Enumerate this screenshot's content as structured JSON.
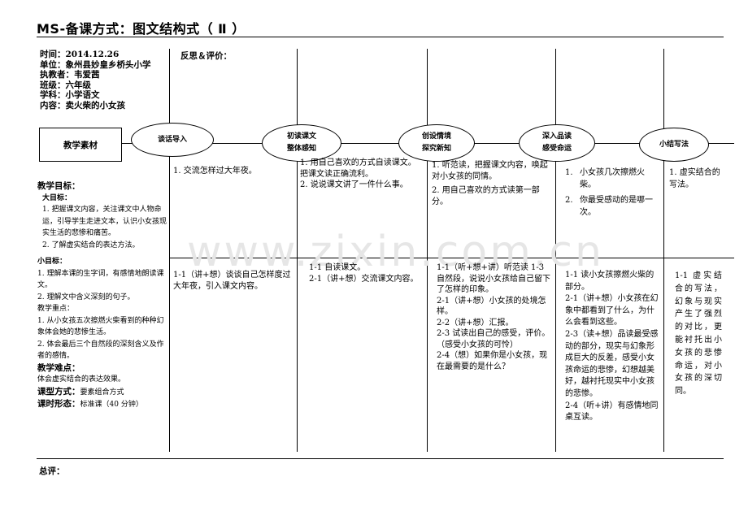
{
  "title": "MS-备课方式：图文结构式（ Ⅱ ）",
  "info": {
    "time": "时间：2014.12.26",
    "unit": "单位：象州县妙皇乡桥头小学",
    "teacher": "执教者：韦爱茜",
    "grade": "班级：六年级",
    "subject": "学科：小学语文",
    "content": "内容：卖火柴的小女孩"
  },
  "reflect_label": "反思＆评价：",
  "material_label": "教学素材",
  "stages": [
    {
      "line1": "谈话导入",
      "line2": ""
    },
    {
      "line1": "初读课文",
      "line2": "整体感知"
    },
    {
      "line1": "创设情境",
      "line2": "探究新知"
    },
    {
      "line1": "深入品读",
      "line2": "感受命运"
    },
    {
      "line1": "小结写法",
      "line2": ""
    }
  ],
  "left": {
    "goals_title": "教学目标：",
    "big_goal": "大目标：",
    "big_goal_items": [
      "1. 把握课文内容，关注课文中人物命运，引导学生走进文本，认识小女孩现实生活的悲惨和痛苦。",
      "2. 了解虚实结合的表达方法。"
    ],
    "small_goal": "小目标：",
    "small_goal_items": [
      "1. 理解本课的生字词，有感情地朗读课文。",
      "2. 理解文中含义深刻的句子。"
    ],
    "key_title": "教学重点：",
    "key_items": [
      "1. 从小女孩五次擦燃火柴看到的种种幻象体会她的悲惨生活。",
      "2. 体会最后三个自然段的深刻含义及作者的感情。"
    ],
    "difficult_title": "教学难点：",
    "difficult": "体会虚实结合的表达效果。",
    "type_label": "课型方式：",
    "type_value": "要素组合方式",
    "form_label": "课时形态：",
    "form_value": "标准课（40 分钟）"
  },
  "row1": {
    "c1": [
      "1. 交流怎样过大年夜。"
    ],
    "c2": [
      "1. 用自己喜欢的方式自读课文。把课文读正确流利。",
      "2. 说说课文讲了一件什么事。"
    ],
    "c3": [
      "1. 听范读，把握课文内容，唤起对小女孩的同情。",
      "2. 用自己喜欢的方式读第一部分。"
    ],
    "c4": [
      {
        "n": "1.",
        "t": "小女孩几次擦燃火柴。"
      },
      {
        "n": "2.",
        "t": "你最受感动的是哪一次。"
      }
    ],
    "c5": [
      "1. 虚实结合的写法。"
    ]
  },
  "row2": {
    "c1": [
      "1-1（讲+想）谈谈自己怎样度过大年夜，引入课文内容。"
    ],
    "c2": [
      "1-1 自读课文。",
      "2-1（讲+想）交流课文内容。"
    ],
    "c3": [
      "1-1（听+想+讲）听范读 1-3 自然段，说说小女孩给自己留下了怎样的印象。",
      "2-1（讲+想）小女孩的处境怎样。",
      "2-2（讲+想）汇报。",
      "2-3 试读出自己的感受，评价。（感受小女孩的可怜）",
      "2-4（想）如果你是小女孩，现在最需要的是什么？"
    ],
    "c4": [
      "1-1 读小女孩擦燃火柴的部分。",
      "2-1（讲+想）小女孩在幻象中都看到了什么，为什么会看到这些。",
      "2-3（读+想）品读最受感动的部分，现实与幻象形成巨大的反差，感受小女孩命运的悲惨，幻想越美好，越衬托现实中小女孩的悲惨。",
      "2-4（听+讲）有感情地同桌互读。"
    ],
    "c5": [
      "1-1 虚实结合的写法，幻象与现实产生了强烈的对比，更能衬托出小女孩的悲惨命运，对小女孩的深切同。"
    ]
  },
  "watermark": "www.zixin.com.cn",
  "comment_label": "总评："
}
